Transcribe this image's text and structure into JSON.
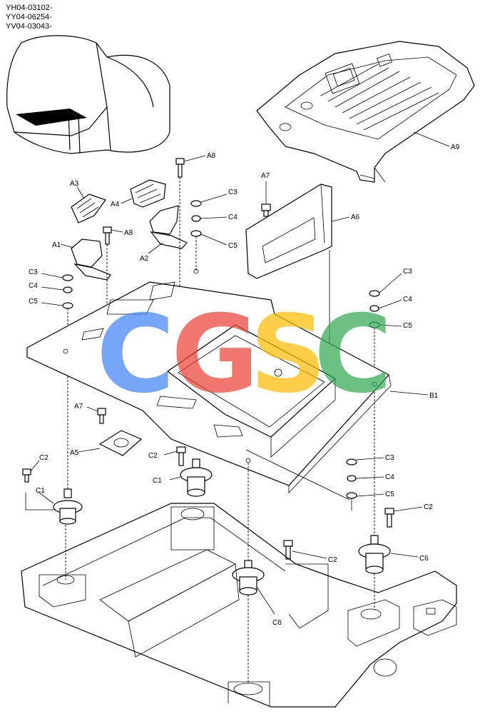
{
  "serials": [
    "YH04-03102-",
    "YY04-06254-",
    "YV04-03043-"
  ],
  "watermark": {
    "letters": [
      "C",
      "G",
      "S",
      "C"
    ],
    "colors": [
      "#4285F4",
      "#EA4335",
      "#FBBC05",
      "#34A853"
    ]
  },
  "callouts": {
    "a9": "A9",
    "a8_top": "A8",
    "a8_mid": "A8",
    "a7_top": "A7",
    "a7_low": "A7",
    "a6": "A6",
    "a5": "A5",
    "a4": "A4",
    "a3": "A3",
    "a2": "A2",
    "a1": "A1",
    "b1": "B1",
    "c3_a": "C3",
    "c4_a": "C4",
    "c5_a": "C5",
    "c3_b": "C3",
    "c4_b": "C4",
    "c5_b": "C5",
    "c3_c": "C3",
    "c4_c": "C4",
    "c5_c": "C5",
    "c3_d": "C3",
    "c4_d": "C4",
    "c5_d": "C5",
    "c2_a": "C2",
    "c2_b": "C2",
    "c2_c": "C2",
    "c2_d": "C2",
    "c1_a": "C1",
    "c1_b": "C1",
    "c6_a": "C6",
    "c6_b": "C6"
  }
}
